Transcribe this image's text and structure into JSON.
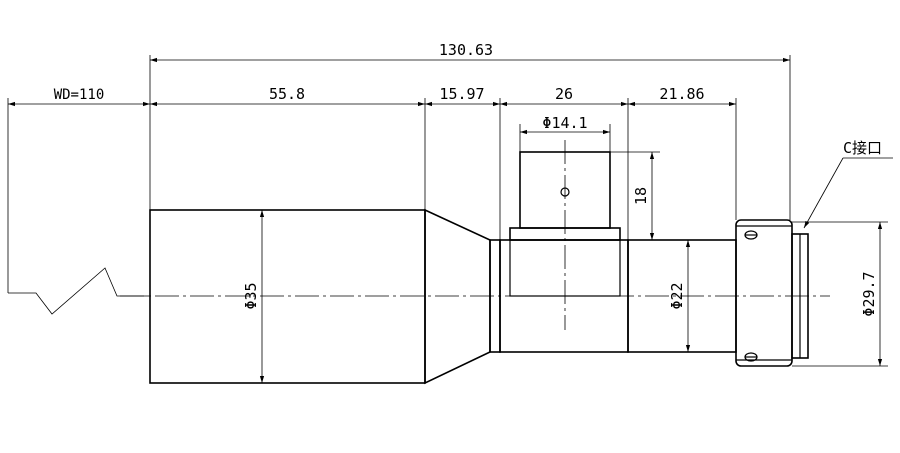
{
  "dimensions": {
    "overall_length": "130.63",
    "working_distance": "WD=110",
    "front_length": "55.8",
    "taper_length": "15.97",
    "coax_section": "26",
    "rear_section": "21.86",
    "port_diameter": "Φ14.1",
    "port_height": "18",
    "front_diameter": "Φ35",
    "rear_diameter": "Φ22",
    "mount_diameter": "Φ29.7"
  },
  "callout": {
    "mount_label": "C接口"
  }
}
